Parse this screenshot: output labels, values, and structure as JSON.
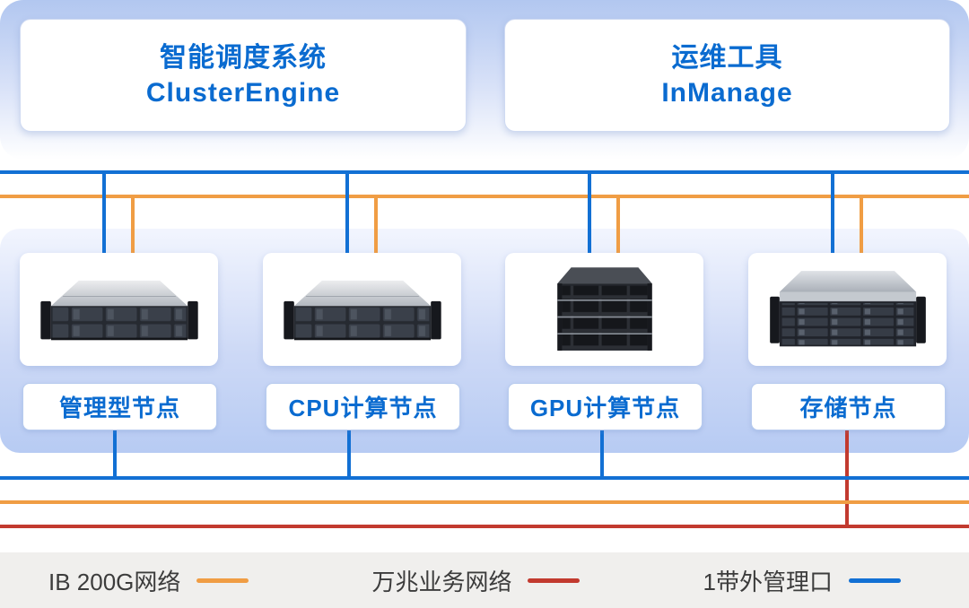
{
  "top_boxes": [
    {
      "title_zh": "智能调度系统",
      "title_en": "ClusterEngine"
    },
    {
      "title_zh": "运维工具",
      "title_en": "InManage"
    }
  ],
  "nodes": [
    {
      "label": "管理型节点"
    },
    {
      "label": "CPU计算节点"
    },
    {
      "label": "GPU计算节点"
    },
    {
      "label": "存储节点"
    }
  ],
  "legend": {
    "items": [
      {
        "label": "IB 200G网络",
        "color": "#f09d44"
      },
      {
        "label": "万兆业务网络",
        "color": "#c23a2f"
      },
      {
        "label": "1带外管理口",
        "color": "#1270d4"
      }
    ]
  },
  "colors": {
    "ib_network_orange": "#f09d44",
    "business_network_red": "#c23a2f",
    "management_port_blue": "#1270d4",
    "title_text_blue": "#0a6bd0"
  }
}
